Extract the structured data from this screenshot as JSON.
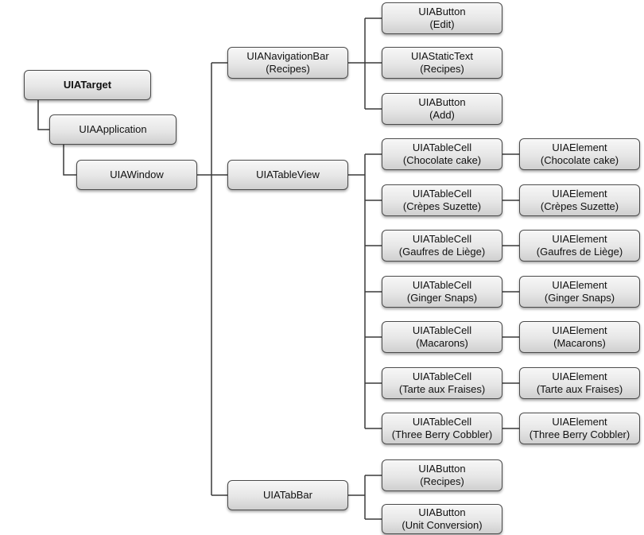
{
  "nodes": [
    {
      "id": "target",
      "name": "uiatarget-node",
      "lines": [
        "UIATarget"
      ],
      "bold": true
    },
    {
      "id": "app",
      "name": "uiaapplication-node",
      "lines": [
        "UIAApplication"
      ]
    },
    {
      "id": "window",
      "name": "uiawindow-node",
      "lines": [
        "UIAWindow"
      ]
    },
    {
      "id": "navbar",
      "name": "uianavigationbar-node",
      "lines": [
        "UIANavigationBar",
        "(Recipes)"
      ]
    },
    {
      "id": "tableview",
      "name": "uiatableview-node",
      "lines": [
        "UIATableView"
      ]
    },
    {
      "id": "tabbar",
      "name": "uiatabbar-node",
      "lines": [
        "UIATabBar"
      ]
    },
    {
      "id": "btn_edit",
      "name": "uiabutton-edit-node",
      "lines": [
        "UIAButton",
        "(Edit)"
      ]
    },
    {
      "id": "static_recipes",
      "name": "uiastatictext-recipes-node",
      "lines": [
        "UIAStaticText",
        "(Recipes)"
      ]
    },
    {
      "id": "btn_add",
      "name": "uiabutton-add-node",
      "lines": [
        "UIAButton",
        "(Add)"
      ]
    },
    {
      "id": "cell1",
      "name": "uiatablecell-chocolate-cake-node",
      "lines": [
        "UIATableCell",
        "(Chocolate cake)"
      ]
    },
    {
      "id": "cell2",
      "name": "uiatablecell-crepes-suzette-node",
      "lines": [
        "UIATableCell",
        "(Crèpes Suzette)"
      ]
    },
    {
      "id": "cell3",
      "name": "uiatablecell-gaufres-de-liege-node",
      "lines": [
        "UIATableCell",
        "(Gaufres de Liège)"
      ]
    },
    {
      "id": "cell4",
      "name": "uiatablecell-ginger-snaps-node",
      "lines": [
        "UIATableCell",
        "(Ginger Snaps)"
      ]
    },
    {
      "id": "cell5",
      "name": "uiatablecell-macarons-node",
      "lines": [
        "UIATableCell",
        "(Macarons)"
      ]
    },
    {
      "id": "cell6",
      "name": "uiatablecell-tarte-aux-fraises-node",
      "lines": [
        "UIATableCell",
        "(Tarte aux Fraises)"
      ]
    },
    {
      "id": "cell7",
      "name": "uiatablecell-three-berry-cobbler-node",
      "lines": [
        "UIATableCell",
        "(Three Berry Cobbler)"
      ]
    },
    {
      "id": "el1",
      "name": "uiaelement-chocolate-cake-node",
      "lines": [
        "UIAElement",
        "(Chocolate cake)"
      ]
    },
    {
      "id": "el2",
      "name": "uiaelement-crepes-suzette-node",
      "lines": [
        "UIAElement",
        "(Crèpes Suzette)"
      ]
    },
    {
      "id": "el3",
      "name": "uiaelement-gaufres-de-liege-node",
      "lines": [
        "UIAElement",
        "(Gaufres de Liège)"
      ]
    },
    {
      "id": "el4",
      "name": "uiaelement-ginger-snaps-node",
      "lines": [
        "UIAElement",
        "(Ginger Snaps)"
      ]
    },
    {
      "id": "el5",
      "name": "uiaelement-macarons-node",
      "lines": [
        "UIAElement",
        "(Macarons)"
      ]
    },
    {
      "id": "el6",
      "name": "uiaelement-tarte-aux-fraises-node",
      "lines": [
        "UIAElement",
        "(Tarte aux Fraises)"
      ]
    },
    {
      "id": "el7",
      "name": "uiaelement-three-berry-cobbler-node",
      "lines": [
        "UIAElement",
        "(Three Berry Cobbler)"
      ]
    },
    {
      "id": "btn_recipes",
      "name": "uiabutton-recipes-node",
      "lines": [
        "UIAButton",
        "(Recipes)"
      ]
    },
    {
      "id": "btn_unit",
      "name": "uiabutton-unit-conversion-node",
      "lines": [
        "UIAButton",
        "(Unit Conversion)"
      ]
    }
  ],
  "edges": [
    [
      "target",
      "app"
    ],
    [
      "app",
      "window"
    ],
    [
      "window",
      "navbar"
    ],
    [
      "window",
      "tableview"
    ],
    [
      "window",
      "tabbar"
    ],
    [
      "navbar",
      "btn_edit"
    ],
    [
      "navbar",
      "static_recipes"
    ],
    [
      "navbar",
      "btn_add"
    ],
    [
      "tableview",
      "cell1"
    ],
    [
      "tableview",
      "cell2"
    ],
    [
      "tableview",
      "cell3"
    ],
    [
      "tableview",
      "cell4"
    ],
    [
      "tableview",
      "cell5"
    ],
    [
      "tableview",
      "cell6"
    ],
    [
      "tableview",
      "cell7"
    ],
    [
      "cell1",
      "el1"
    ],
    [
      "cell2",
      "el2"
    ],
    [
      "cell3",
      "el3"
    ],
    [
      "cell4",
      "el4"
    ],
    [
      "cell5",
      "el5"
    ],
    [
      "cell6",
      "el6"
    ],
    [
      "cell7",
      "el7"
    ],
    [
      "tabbar",
      "btn_recipes"
    ],
    [
      "tabbar",
      "btn_unit"
    ]
  ],
  "colors": {
    "line": "#3a3a3a",
    "box_border": "#4a4a4a"
  }
}
